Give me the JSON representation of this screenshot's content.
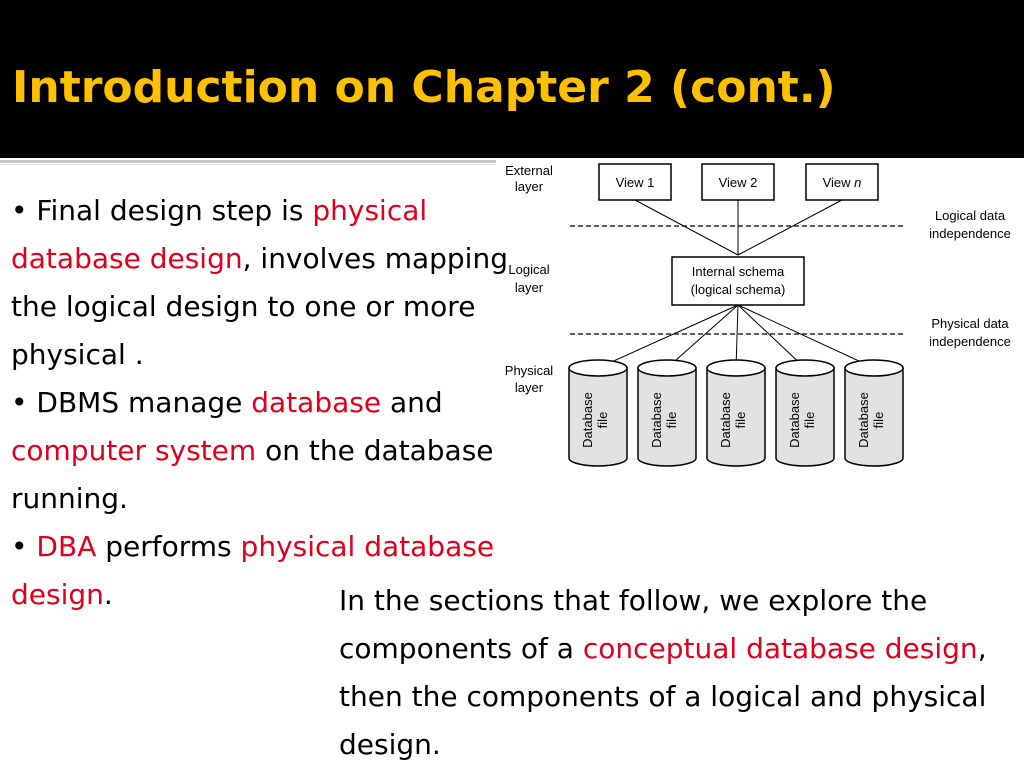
{
  "slide": {
    "title": "Introduction on Chapter 2 (cont.)",
    "colors": {
      "title": "#ffc000",
      "title_background": "#000000",
      "highlight": "#e0001b"
    }
  },
  "bullets": [
    [
      {
        "text": "• Final design step is "
      },
      {
        "text": "physical database design",
        "highlight": true
      },
      {
        "text": ", involves mapping the logical design to one or more physical ."
      }
    ],
    [
      {
        "text": "• DBMS manage "
      },
      {
        "text": "database",
        "highlight": true
      },
      {
        "text": " and "
      },
      {
        "text": "computer system",
        "highlight": true
      },
      {
        "text": " on  the database running."
      }
    ],
    [
      {
        "text": "• "
      },
      {
        "text": "DBA",
        "highlight": true
      },
      {
        "text": " performs "
      },
      {
        "text": "physical database design",
        "highlight": true
      },
      {
        "text": "."
      }
    ]
  ],
  "closing": [
    {
      "text": "In the sections that follow, we explore the components of a "
    },
    {
      "text": "conceptual database design",
      "highlight": true
    },
    {
      "text": ", then the components of a logical and physical design."
    }
  ],
  "diagram": {
    "layers": {
      "external": [
        "External",
        "layer"
      ],
      "logical": [
        "Logical",
        "layer"
      ],
      "physical": [
        "Physical",
        "layer"
      ]
    },
    "views": [
      {
        "label": "View 1"
      },
      {
        "label": "View 2"
      },
      {
        "label": "View ",
        "italic_suffix": "n"
      }
    ],
    "schema": [
      "Internal schema",
      "(logical schema)"
    ],
    "independence": {
      "logical": [
        "Logical data",
        "independence"
      ],
      "physical": [
        "Physical data",
        "independence"
      ]
    },
    "files": [
      [
        "Database",
        "file"
      ],
      [
        "Database",
        "file"
      ],
      [
        "Database",
        "file"
      ],
      [
        "Database",
        "file"
      ],
      [
        "Database",
        "file"
      ]
    ]
  }
}
